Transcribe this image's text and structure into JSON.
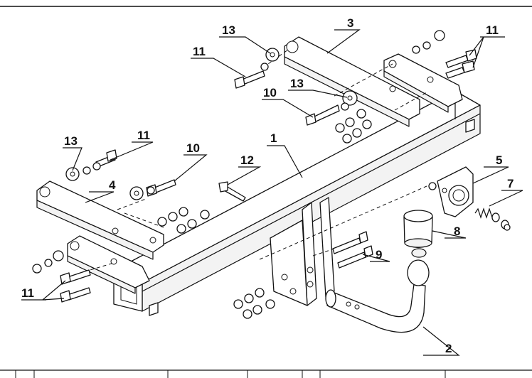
{
  "diagram": {
    "callouts": [
      {
        "id": "c1",
        "text": "1"
      },
      {
        "id": "c2",
        "text": "2"
      },
      {
        "id": "c3",
        "text": "3"
      },
      {
        "id": "c4",
        "text": "4"
      },
      {
        "id": "c5",
        "text": "5"
      },
      {
        "id": "c7",
        "text": "7"
      },
      {
        "id": "c8",
        "text": "8"
      },
      {
        "id": "c9",
        "text": "9"
      },
      {
        "id": "c10a",
        "text": "10"
      },
      {
        "id": "c10b",
        "text": "10"
      },
      {
        "id": "c11a",
        "text": "11"
      },
      {
        "id": "c11b",
        "text": "11"
      },
      {
        "id": "c11c",
        "text": "11"
      },
      {
        "id": "c11d",
        "text": "11"
      },
      {
        "id": "c12",
        "text": "12"
      },
      {
        "id": "c13a",
        "text": "13"
      },
      {
        "id": "c13b",
        "text": "13"
      },
      {
        "id": "c13c",
        "text": "13"
      }
    ]
  }
}
